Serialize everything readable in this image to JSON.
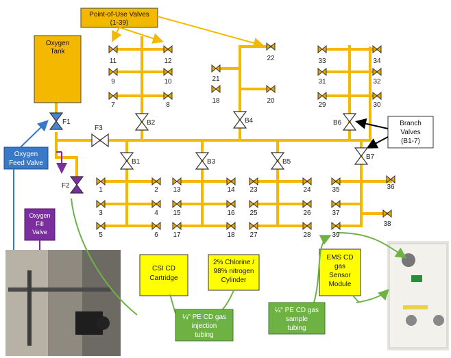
{
  "labels": {
    "pou_valves": [
      "Point-of-Use Valves",
      "(1-39)"
    ],
    "oxygen_tank": [
      "Oxygen",
      "Tank"
    ],
    "branch_valves": [
      "Branch",
      "Valves",
      "(B1-7)"
    ],
    "oxygen_feed": [
      "Oxygen",
      "Feed Valve"
    ],
    "oxygen_fill": [
      "Oxygen",
      "Fill",
      "Valve"
    ],
    "csi_cartridge": [
      "CSI CD",
      "Cartridge"
    ],
    "chlorine_cylinder": [
      "2% Chlorine /",
      "98% nitrogen",
      "Cylinder"
    ],
    "ems_sensor": [
      "EMS CD",
      "gas",
      "Sensor",
      "Module"
    ],
    "injection_tubing": [
      "¼\" PE CD gas",
      "injection",
      "tubing"
    ],
    "sample_tubing": [
      "¼\" PE CD gas",
      "sample",
      "tubing"
    ]
  },
  "valve_ids": {
    "f1": "F1",
    "f2": "F2",
    "f3": "F3",
    "b1": "B1",
    "b2": "B2",
    "b3": "B3",
    "b4": "B4",
    "b5": "B5",
    "b6": "B6",
    "b7": "B7"
  },
  "upper_numbers": [
    "11",
    "12",
    "9",
    "10",
    "7",
    "8",
    "21",
    "22",
    "18",
    "20",
    "33",
    "34",
    "31",
    "32",
    "29",
    "30"
  ],
  "lower_numbers": [
    "1",
    "2",
    "3",
    "4",
    "5",
    "6",
    "13",
    "14",
    "15",
    "16",
    "17",
    "18",
    "23",
    "24",
    "25",
    "26",
    "27",
    "28",
    "35",
    "36",
    "37",
    "38",
    "39"
  ],
  "colors": {
    "pipe": "#f5b800",
    "tank": "#f5b800",
    "green": "#6fb244",
    "blue": "#3a78c8",
    "purple": "#7b2e9e",
    "yellow": "#ffff00"
  }
}
